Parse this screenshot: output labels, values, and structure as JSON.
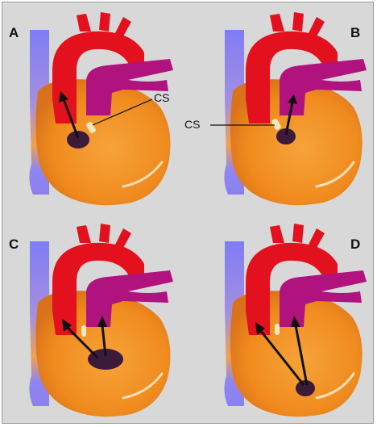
{
  "panels": [
    {
      "letter": "A",
      "variant": "single",
      "cs_label": "CS"
    },
    {
      "letter": "B",
      "variant": "single-posterior",
      "cs_label": "CS"
    },
    {
      "letter": "C",
      "variant": "double-wide",
      "cs_label": ""
    },
    {
      "letter": "D",
      "variant": "double-apical",
      "cs_label": ""
    }
  ],
  "colors": {
    "background": "#d8d8d8",
    "aorta": "#e3101e",
    "pulmonary_artery": "#b0127e",
    "heart": "#f08b1e",
    "vena_cava": "#8a80f0",
    "coronary_ostium": "#3b1a3a",
    "arrow": "#111111"
  }
}
